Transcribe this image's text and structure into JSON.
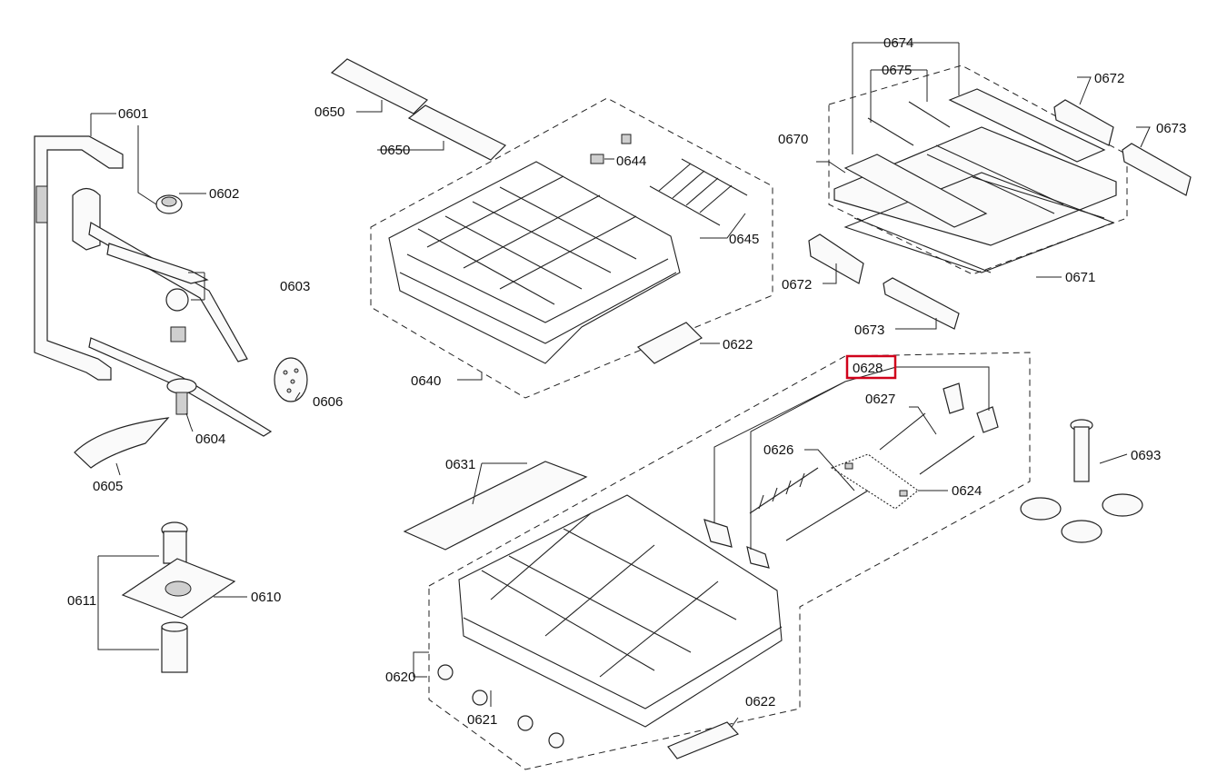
{
  "callouts": [
    {
      "id": "c0601",
      "text": "0601"
    },
    {
      "id": "c0602",
      "text": "0602"
    },
    {
      "id": "c0603",
      "text": "0603"
    },
    {
      "id": "c0604",
      "text": "0604"
    },
    {
      "id": "c0605",
      "text": "0605"
    },
    {
      "id": "c0606",
      "text": "0606"
    },
    {
      "id": "c0610",
      "text": "0610"
    },
    {
      "id": "c0611",
      "text": "0611"
    },
    {
      "id": "c0620",
      "text": "0620"
    },
    {
      "id": "c0621",
      "text": "0621"
    },
    {
      "id": "c0622a",
      "text": "0622"
    },
    {
      "id": "c0622b",
      "text": "0622"
    },
    {
      "id": "c0624",
      "text": "0624"
    },
    {
      "id": "c0626",
      "text": "0626"
    },
    {
      "id": "c0627",
      "text": "0627"
    },
    {
      "id": "c0628",
      "text": "0628"
    },
    {
      "id": "c0631",
      "text": "0631"
    },
    {
      "id": "c0640",
      "text": "0640"
    },
    {
      "id": "c0644",
      "text": "0644"
    },
    {
      "id": "c0645",
      "text": "0645"
    },
    {
      "id": "c0650a",
      "text": "0650"
    },
    {
      "id": "c0650b",
      "text": "0650"
    },
    {
      "id": "c0670",
      "text": "0670"
    },
    {
      "id": "c0671",
      "text": "0671"
    },
    {
      "id": "c0672a",
      "text": "0672"
    },
    {
      "id": "c0672b",
      "text": "0672"
    },
    {
      "id": "c0673a",
      "text": "0673"
    },
    {
      "id": "c0673b",
      "text": "0673"
    },
    {
      "id": "c0674",
      "text": "0674"
    },
    {
      "id": "c0675",
      "text": "0675"
    },
    {
      "id": "c0693",
      "text": "0693"
    }
  ],
  "highlight": {
    "callout": "c0628",
    "color": "#d0021b"
  }
}
